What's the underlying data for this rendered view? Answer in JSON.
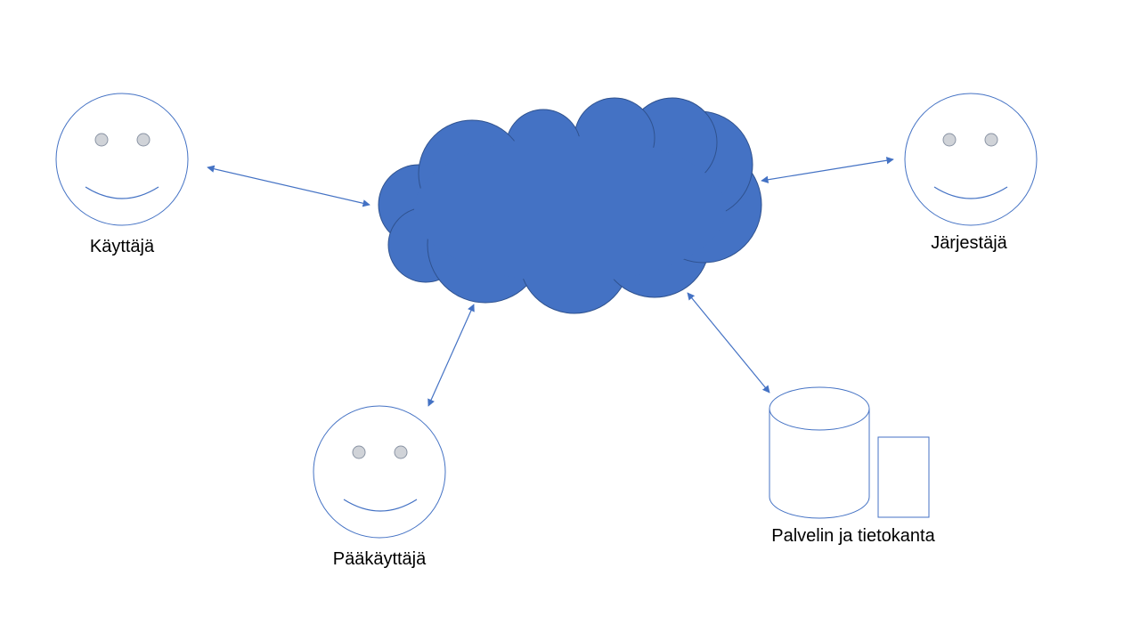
{
  "colors": {
    "line": "#4472c4",
    "cloud_fill": "#4472c4",
    "cloud_stroke": "#2f528f",
    "eye_fill": "#d0d3d8",
    "eye_stroke": "#8a94a4",
    "text": "#000000"
  },
  "nodes": {
    "kayttaja": {
      "label": "Käyttäjä",
      "icon": "smiley-face-icon"
    },
    "jarjestaja": {
      "label": "Järjestäjä",
      "icon": "smiley-face-icon"
    },
    "paakayttaja": {
      "label": "Pääkäyttäjä",
      "icon": "smiley-face-icon"
    },
    "palvelin": {
      "label": "Palvelin ja tietokanta",
      "icon": "database-server-icon"
    },
    "network": {
      "icon": "cloud-icon"
    }
  },
  "connections": [
    {
      "from": "kayttaja",
      "to": "network",
      "arrows": "both"
    },
    {
      "from": "jarjestaja",
      "to": "network",
      "arrows": "both"
    },
    {
      "from": "paakayttaja",
      "to": "network",
      "arrows": "both"
    },
    {
      "from": "palvelin",
      "to": "network",
      "arrows": "both"
    }
  ]
}
